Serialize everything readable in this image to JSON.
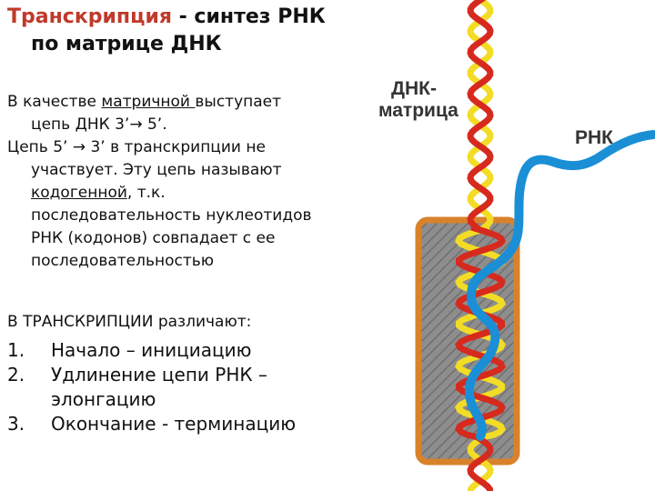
{
  "title": {
    "accent": "Транскрипция",
    "rest": " - синтез РНК",
    "line2": "по матрице ДНК"
  },
  "para1": {
    "pre": " В качестве ",
    "underlined": "матричной ",
    "post": "выступает",
    "line2": "цепь ДНК 3’→ 5’."
  },
  "para2": {
    "line1": "Цепь 5’ → 3’ в транскрипции не",
    "line2": "участвует. Эту цепь называют",
    "line3_underlined": "кодогенной",
    "line3_rest": ", т.к.",
    "line4": "последовательность нуклеотидов",
    "line5": "РНК (кодонов) совпадает с ее",
    "line6": "последовательностью"
  },
  "para3": "В ТРАНСКРИПЦИИ различают:",
  "stages": [
    {
      "num": "1.",
      "text": "Начало – инициацию",
      "text2": ""
    },
    {
      "num": "2.",
      "text": "Удлинение цепи РНК –",
      "text2": "элонгацию"
    },
    {
      "num": "3.",
      "text": "Окончание - терминацию",
      "text2": ""
    }
  ],
  "diagram": {
    "label_dna_1": "ДНК-",
    "label_dna_2": "матрица",
    "label_rna": "РНК",
    "colors": {
      "dna_red": "#d62a1e",
      "dna_yellow": "#f3dc25",
      "rna_blue": "#1a8fd6",
      "polymerase_fill": "#8d8d8d",
      "polymerase_border": "#d9822b"
    }
  }
}
